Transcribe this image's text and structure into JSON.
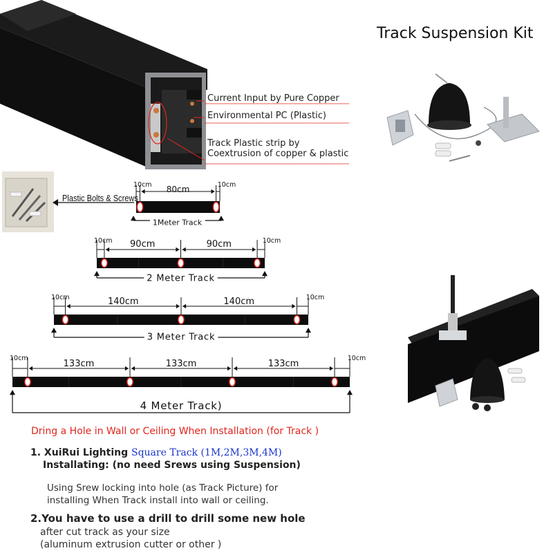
{
  "title": "Track Suspension Kit",
  "callouts": {
    "copper": "Current Input by Pure Copper",
    "pc": "Environmental PC (Plastic)",
    "strip_line1": "Track Plastic strip by",
    "strip_line2": "Coextrusion of copper & plastic"
  },
  "bolts_label": "Plastic Bolts & Screws",
  "tracks": [
    {
      "name": "1Meter Track",
      "end_margin": "10cm",
      "spans": [
        "80cm"
      ]
    },
    {
      "name": "2 Meter Track",
      "end_margin": "10cm",
      "spans": [
        "90cm",
        "90cm"
      ]
    },
    {
      "name": "3 Meter Track",
      "end_margin": "10cm",
      "spans": [
        "140cm",
        "140cm"
      ]
    },
    {
      "name": "4 Meter Track)",
      "end_margin": "10cm",
      "spans": [
        "133cm",
        "133cm",
        "133cm"
      ]
    }
  ],
  "instructions": {
    "warning": "Dring a Hole in Wall or Ceiling When Installation (for Track )",
    "step1_prefix": "1. XuiRui Lighting ",
    "step1_highlight": "Square Track (1M,2M,3M,4M)",
    "step1_line2": "Installating:  (no need Srews using Suspension)",
    "para_line1": "Using Srew locking into hole (as Track Picture) for",
    "para_line2": "installing When Track install into wall or ceiling.",
    "step2_title": "2.You have to use a drill to drill some new  hole",
    "step2_line1": "after cut track as your size",
    "step2_line2": "(aluminum extrusion cutter  or  other  )"
  },
  "colors": {
    "track": "#0d0d0d",
    "accent_red": "#e0261d",
    "highlight_blue": "#1a35c9",
    "copper": "#c87a3c"
  }
}
